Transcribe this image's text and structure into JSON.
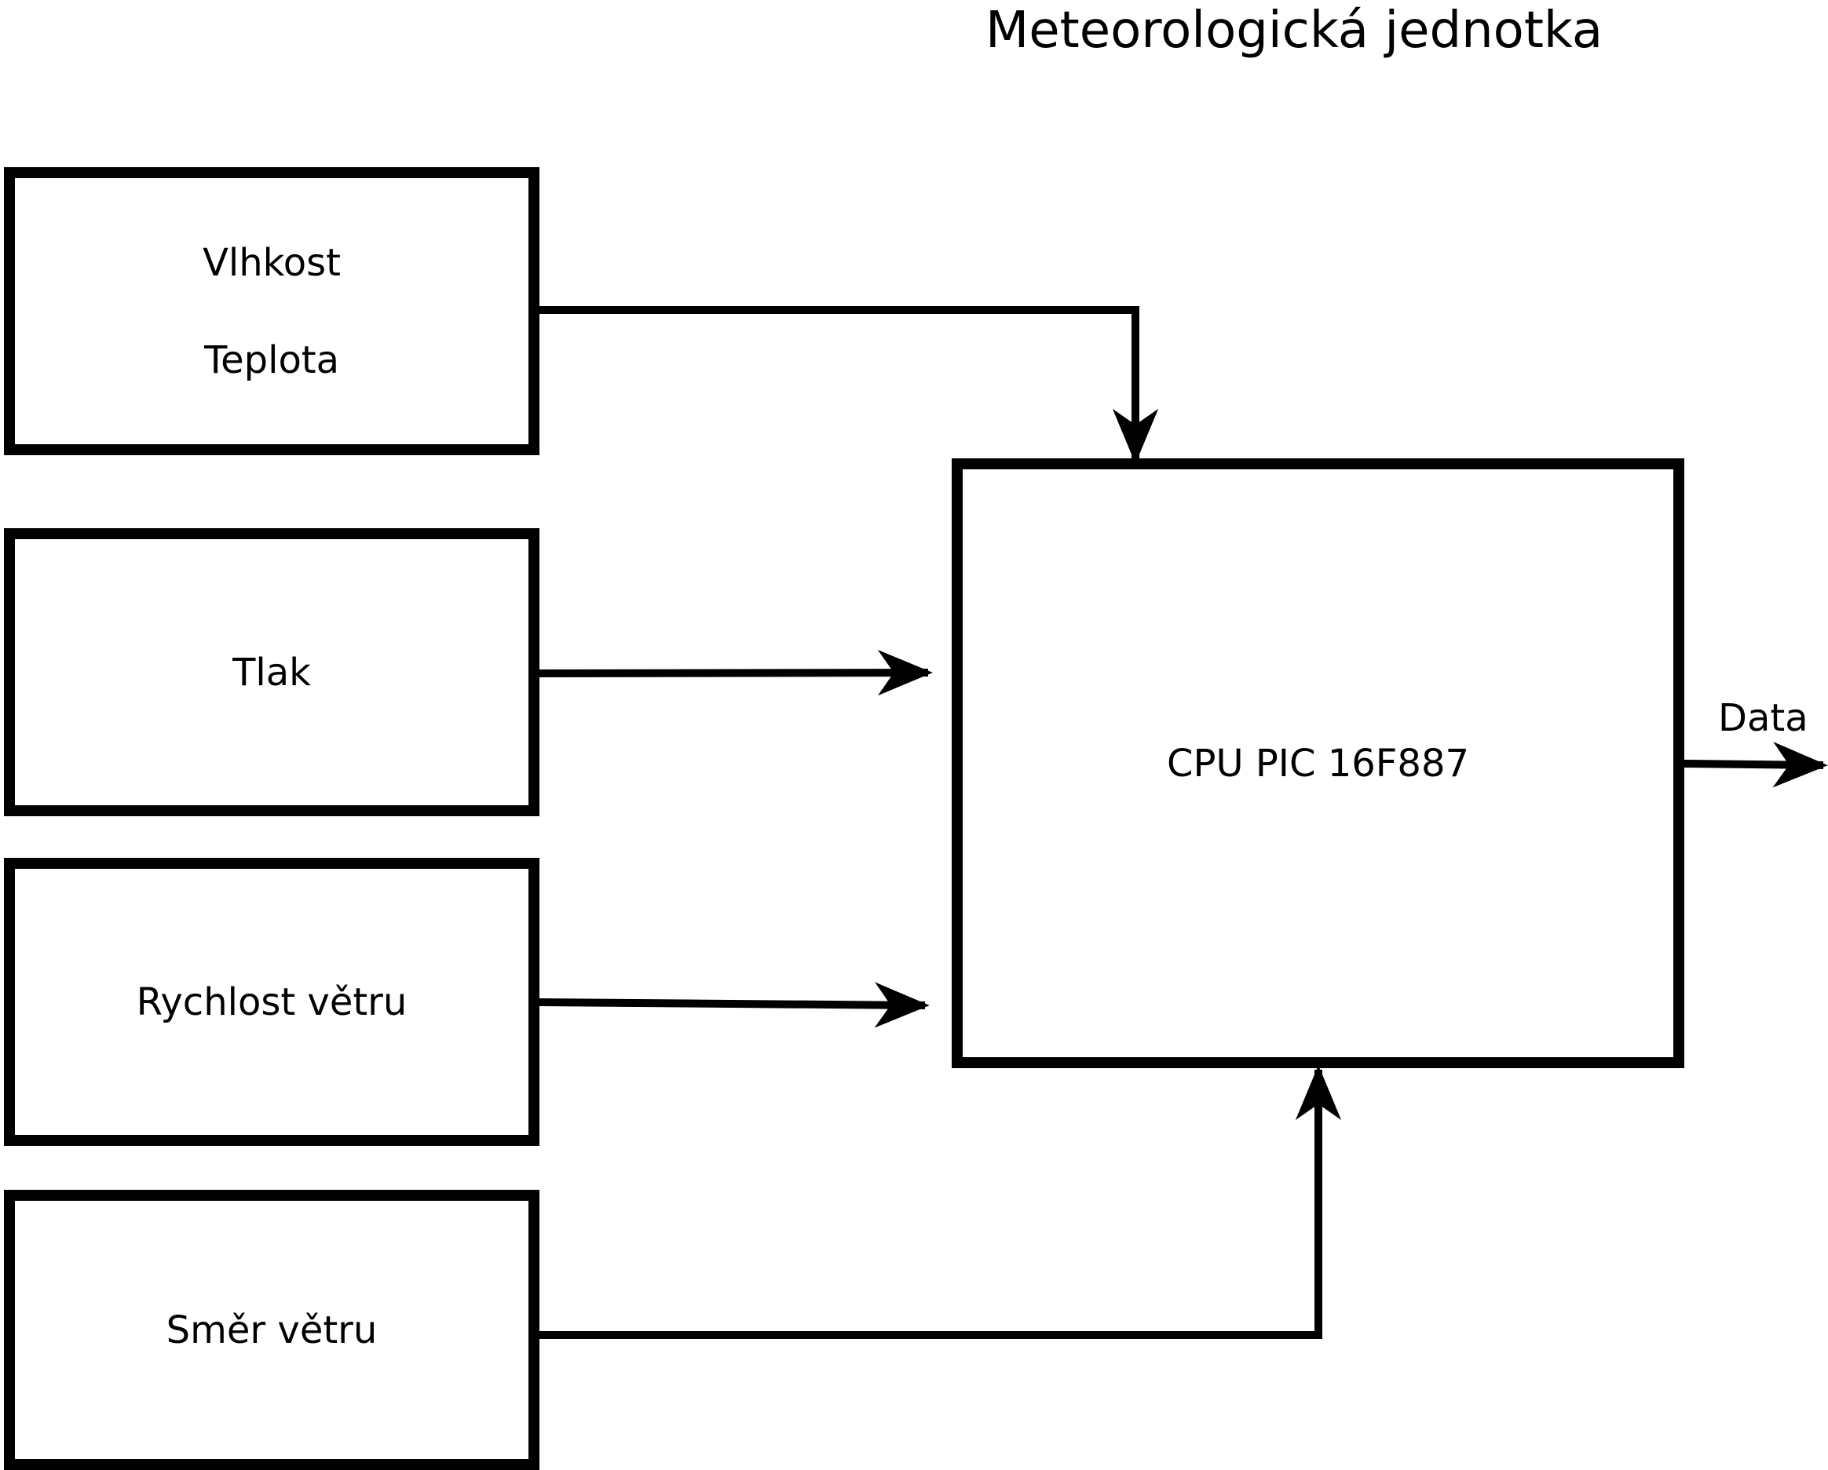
{
  "diagram": {
    "title": "Meteorologická jednotka",
    "blocks": {
      "humidity_temperature": {
        "line1": "Vlhkost",
        "line2": "Teplota"
      },
      "pressure": {
        "label": "Tlak"
      },
      "wind_speed": {
        "label": "Rychlost větru"
      },
      "wind_direction": {
        "label": "Směr větru"
      },
      "cpu": {
        "label": "CPU PIC 16F887"
      }
    },
    "output": {
      "label": "Data"
    },
    "colors": {
      "stroke": "#000000",
      "background": "#ffffff"
    }
  }
}
